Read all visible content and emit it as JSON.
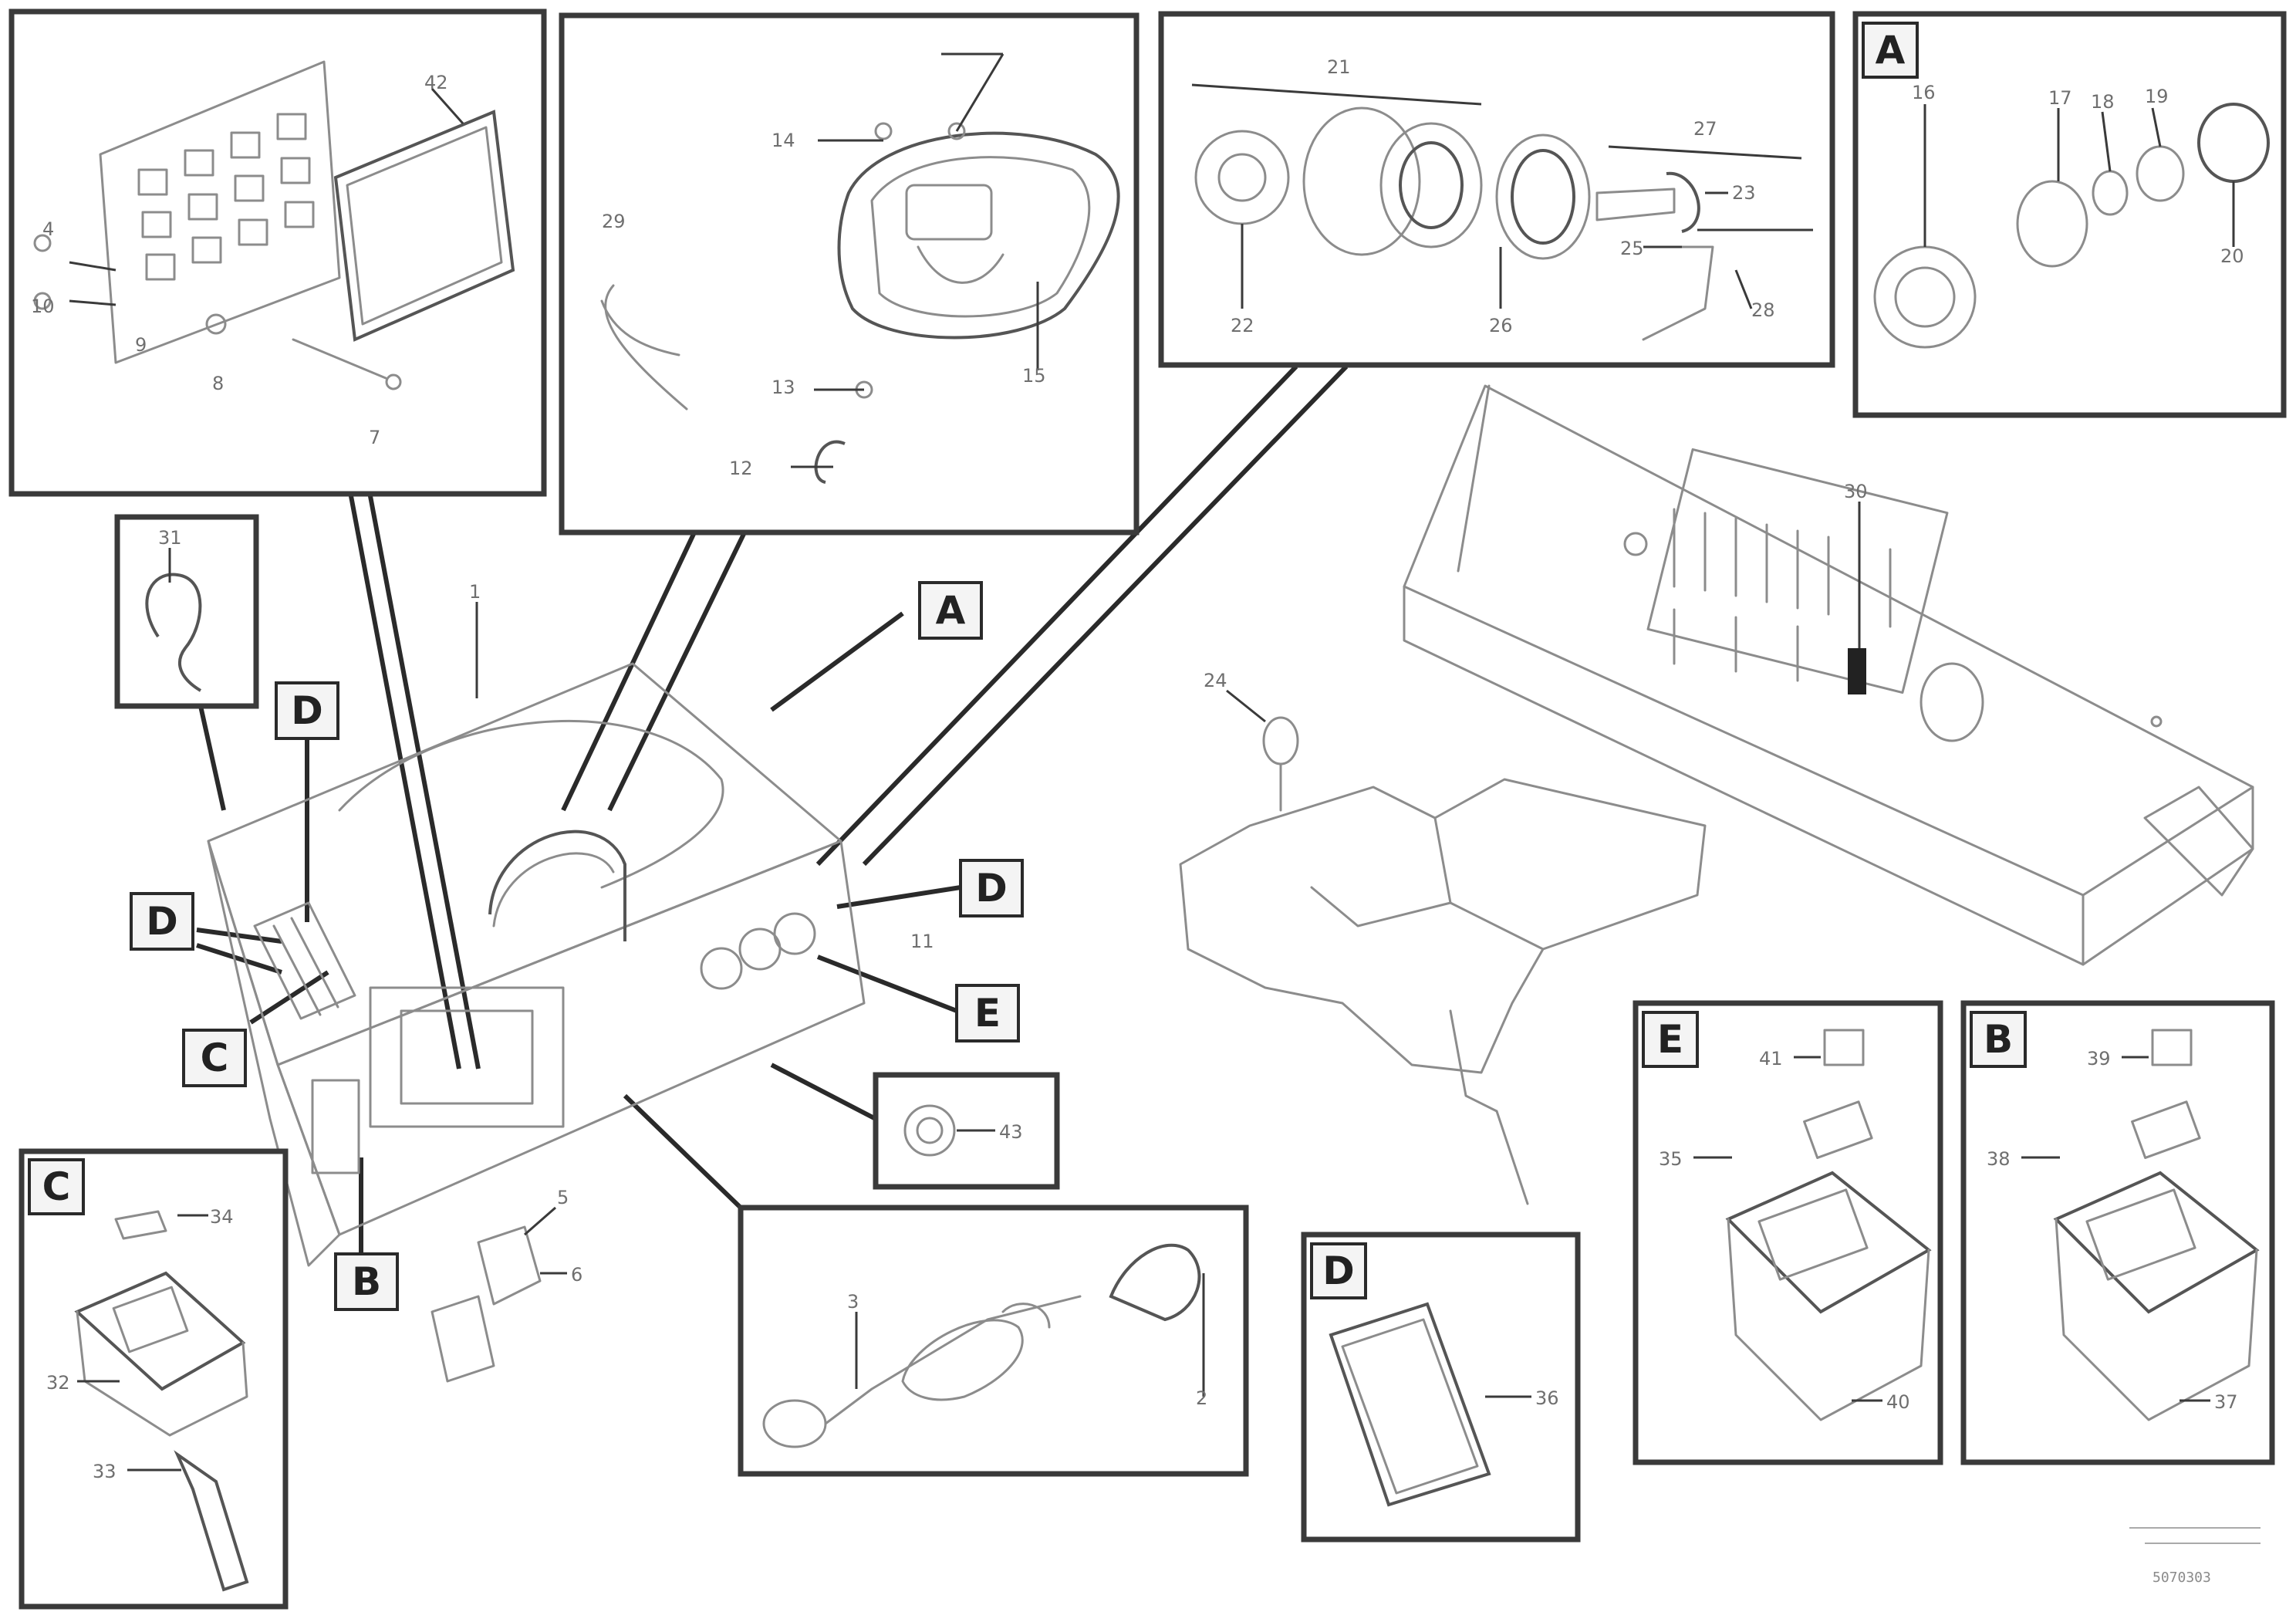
{
  "letters": {
    "a": "A",
    "b": "B",
    "c": "C",
    "d": "D",
    "e": "E"
  },
  "callouts": {
    "n1": "1",
    "n2": "2",
    "n3": "3",
    "n4": "4",
    "n5": "5",
    "n6": "6",
    "n7": "7",
    "n8": "8",
    "n9": "9",
    "n10": "10",
    "n11": "11",
    "n12": "12",
    "n13": "13",
    "n14": "14",
    "n15": "15",
    "n16": "16",
    "n17": "17",
    "n18": "18",
    "n19": "19",
    "n20": "20",
    "n21": "21",
    "n22": "22",
    "n23": "23",
    "n24": "24",
    "n25": "25",
    "n26": "26",
    "n27": "27",
    "n28": "28",
    "n29": "29",
    "n30": "30",
    "n31": "31",
    "n32": "32",
    "n33": "33",
    "n34": "34",
    "n35": "35",
    "n36": "36",
    "n37": "37",
    "n38": "38",
    "n39": "39",
    "n40": "40",
    "n41": "41",
    "n42": "42",
    "n43": "43"
  },
  "footer": {
    "code": "5070303"
  }
}
